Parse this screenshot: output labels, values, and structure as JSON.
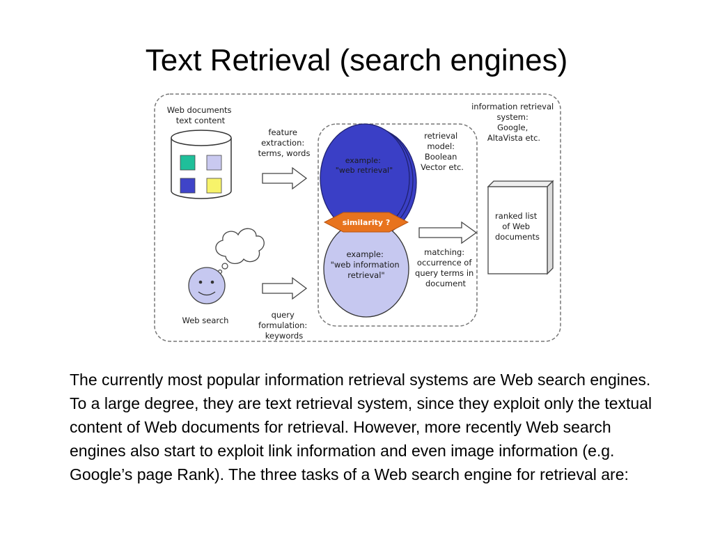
{
  "title": "Text Retrieval (search engines)",
  "diagram": {
    "documents_label": [
      "Web documents",
      "text content"
    ],
    "feature_extraction": [
      "feature",
      "extraction:",
      "terms, words"
    ],
    "irs_label": [
      "information retrieval",
      "system:",
      "Google,",
      "AltaVista etc."
    ],
    "retrieval_model": [
      "retrieval",
      "model:",
      "Boolean",
      "Vector etc."
    ],
    "web_retrieval": [
      "example:",
      "\"web retrieval\""
    ],
    "similarity": "similarity ?",
    "web_ir": [
      "example:",
      "\"web information",
      "retrieval\""
    ],
    "matching": [
      "matching:",
      "occurrence of",
      "query terms in",
      "document"
    ],
    "ranked_list": [
      "ranked list",
      "of Web",
      "documents"
    ],
    "web_search": "Web search",
    "query_formulation": [
      "query",
      "formulation:",
      "keywords"
    ],
    "colors": {
      "teal": "#1fbf9a",
      "lavender": "#c9c9f0",
      "royal_blue": "#3f44c8",
      "yellow": "#f7f36a",
      "ellipse_dark": "#3a3fc6",
      "ellipse_light": "#c6c8f0",
      "similarity_orange": "#e8731e"
    }
  },
  "body": "The currently most popular information retrieval systems are Web search engines. To a large degree, they are text retrieval system, since they exploit only the textual content of Web documents for retrieval. However, more recently Web search engines also start to exploit link information and even image information (e.g. Google’s page Rank). The three tasks of a Web search engine for retrieval are:"
}
